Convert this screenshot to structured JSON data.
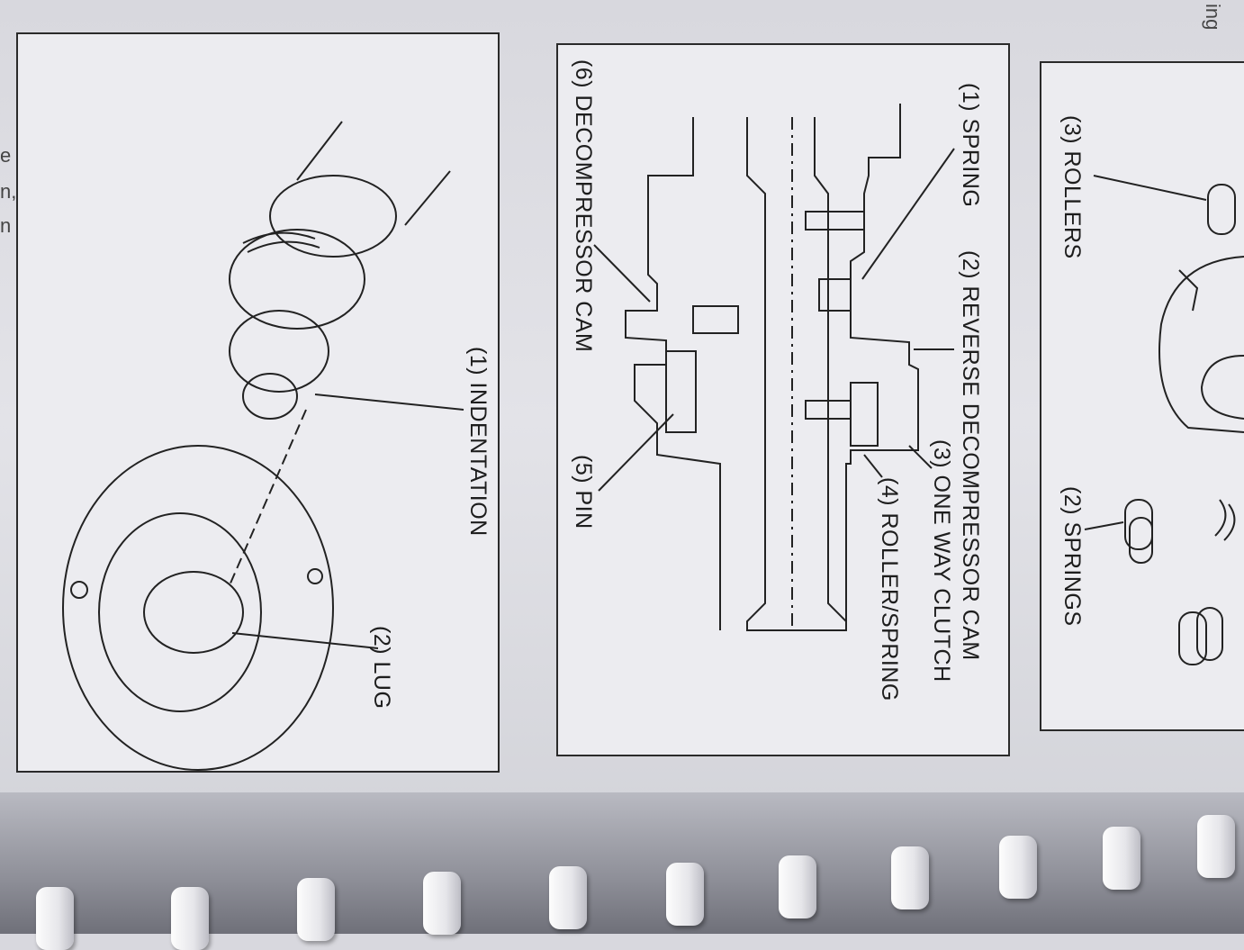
{
  "margin": {
    "top_right": "ing",
    "left_fragments": [
      "e",
      "n,",
      "n"
    ]
  },
  "top_panel": {
    "labels": {
      "rollers": "(3) ROLLERS",
      "springs": "(2) SPRINGS"
    }
  },
  "middle_panel": {
    "labels": {
      "spring": "(1) SPRING",
      "reverse_cam": "(2) REVERSE DECOMPRESSOR CAM",
      "one_way_clutch": "(3) ONE WAY CLUTCH",
      "roller_spring": "(4) ROLLER/SPRING",
      "pin": "(5) PIN",
      "decompressor_cam": "(6) DECOMPRESSOR CAM"
    }
  },
  "bottom_panel": {
    "labels": {
      "indentation": "(1) INDENTATION",
      "lug": "(2) LUG"
    }
  }
}
